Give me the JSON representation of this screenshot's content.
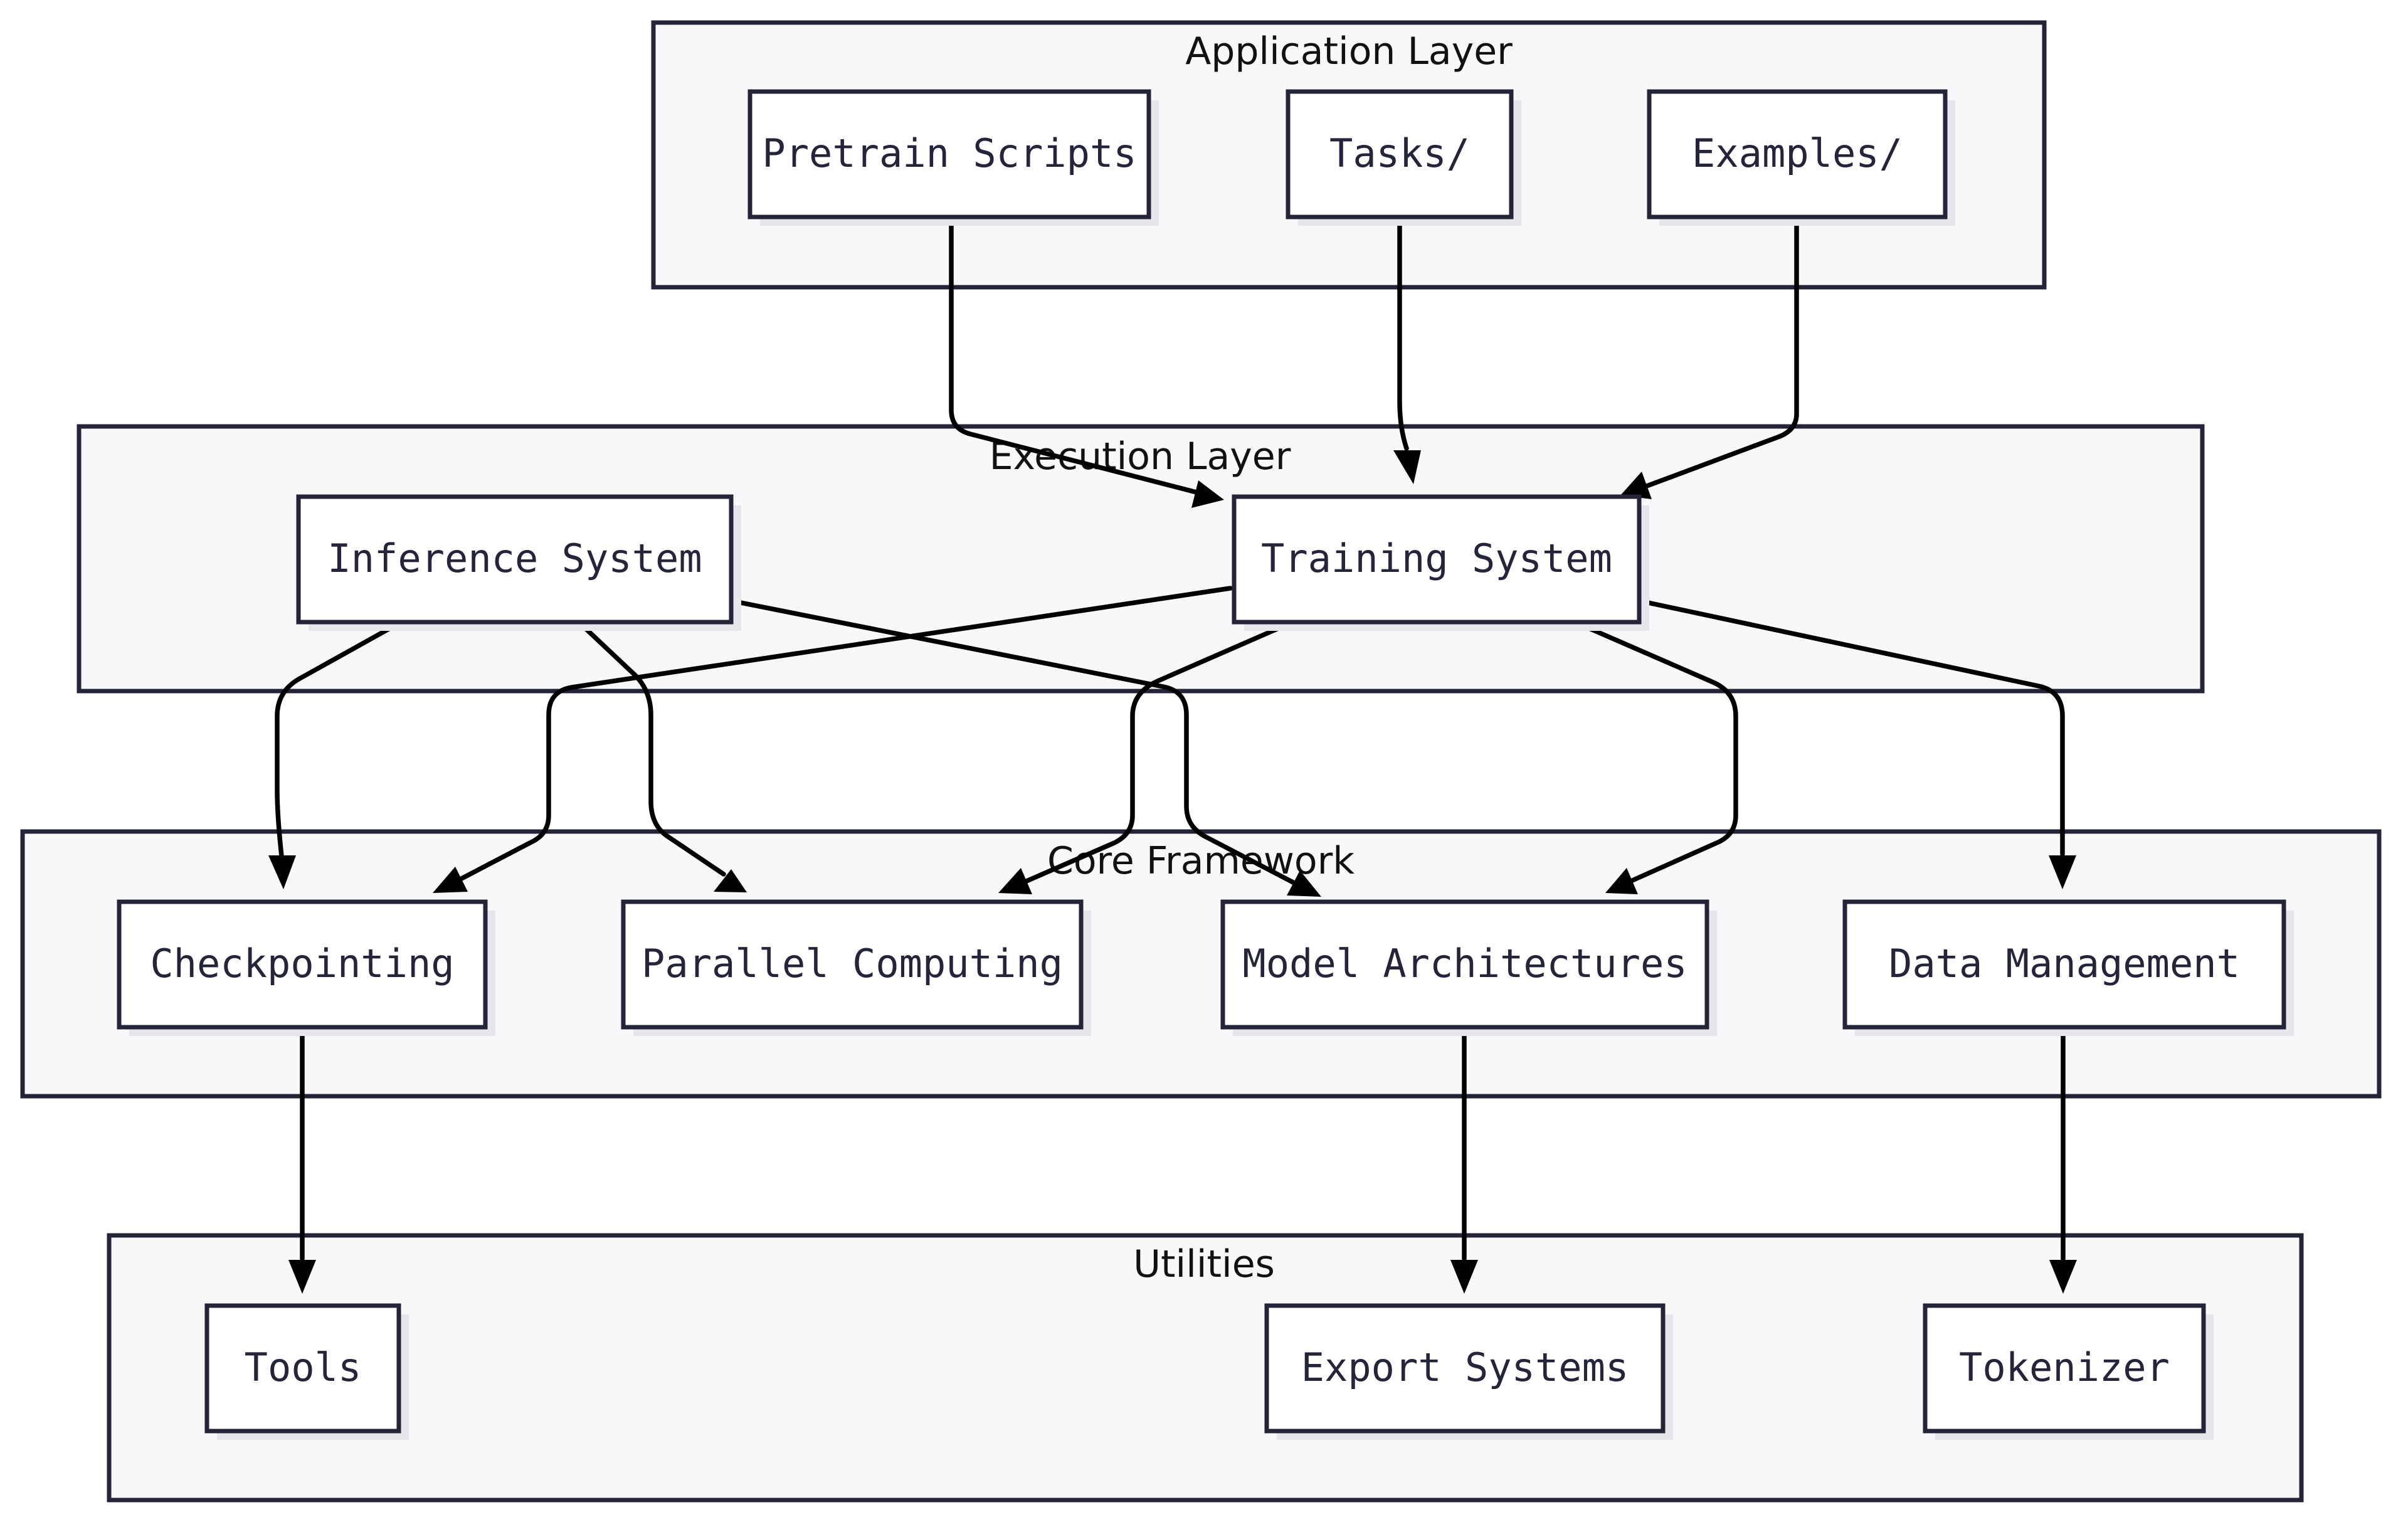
{
  "diagram": {
    "type": "layered-architecture-flowchart",
    "colors": {
      "cluster_fill": "#f8f8fa",
      "node_fill": "#ffffff",
      "border": "#242438",
      "edge": "#000000",
      "text": "#24243a"
    },
    "clusters": [
      {
        "id": "app",
        "label": "Application Layer"
      },
      {
        "id": "exec",
        "label": "Execution Layer"
      },
      {
        "id": "core",
        "label": "Core Framework"
      },
      {
        "id": "util",
        "label": "Utilities"
      }
    ],
    "nodes": [
      {
        "id": "pretrain",
        "cluster": "app",
        "label": "Pretrain Scripts"
      },
      {
        "id": "tasks",
        "cluster": "app",
        "label": "Tasks/"
      },
      {
        "id": "examples",
        "cluster": "app",
        "label": "Examples/"
      },
      {
        "id": "inference",
        "cluster": "exec",
        "label": "Inference System"
      },
      {
        "id": "training",
        "cluster": "exec",
        "label": "Training System"
      },
      {
        "id": "checkpointing",
        "cluster": "core",
        "label": "Checkpointing"
      },
      {
        "id": "parallel",
        "cluster": "core",
        "label": "Parallel Computing"
      },
      {
        "id": "models",
        "cluster": "core",
        "label": "Model Architectures"
      },
      {
        "id": "data",
        "cluster": "core",
        "label": "Data Management"
      },
      {
        "id": "tools",
        "cluster": "util",
        "label": "Tools"
      },
      {
        "id": "export",
        "cluster": "util",
        "label": "Export Systems"
      },
      {
        "id": "tokenizer",
        "cluster": "util",
        "label": "Tokenizer"
      }
    ],
    "edges": [
      {
        "from": "pretrain",
        "to": "training"
      },
      {
        "from": "tasks",
        "to": "training"
      },
      {
        "from": "examples",
        "to": "training"
      },
      {
        "from": "inference",
        "to": "checkpointing"
      },
      {
        "from": "inference",
        "to": "parallel"
      },
      {
        "from": "inference",
        "to": "models"
      },
      {
        "from": "training",
        "to": "checkpointing"
      },
      {
        "from": "training",
        "to": "parallel"
      },
      {
        "from": "training",
        "to": "models"
      },
      {
        "from": "training",
        "to": "data"
      },
      {
        "from": "checkpointing",
        "to": "tools"
      },
      {
        "from": "models",
        "to": "export"
      },
      {
        "from": "data",
        "to": "tokenizer"
      }
    ]
  }
}
